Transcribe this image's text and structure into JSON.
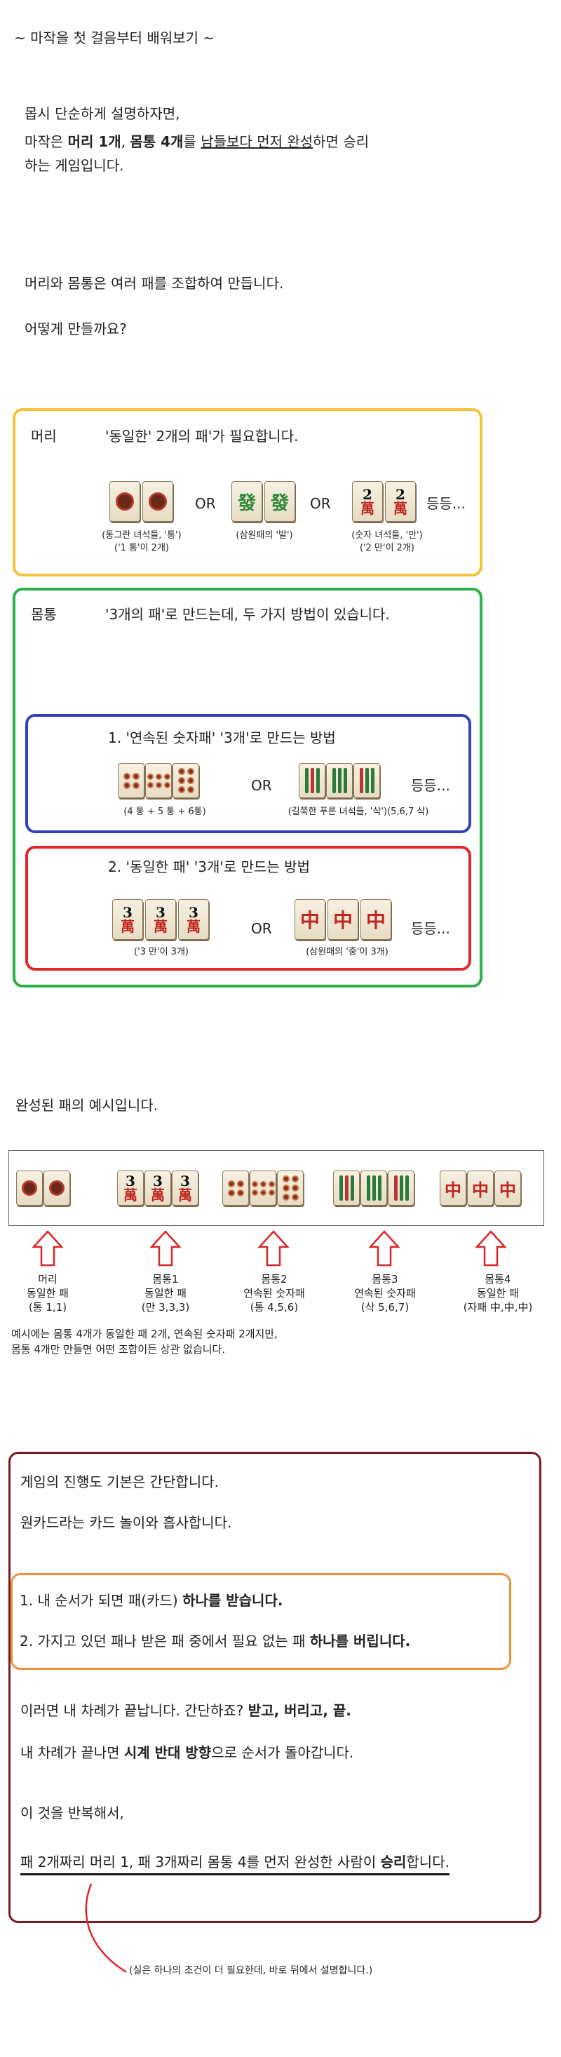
{
  "title": "~ 마작을 첫 걸음부터 배워보기 ~",
  "intro": {
    "line1": "몹시 단순하게 설명하자면,",
    "line2_a": "마작은 ",
    "line2_b": "머리 1개",
    "line2_c": ", ",
    "line2_d": "몸통 4개",
    "line2_e": "를 ",
    "line2_f": "남들보다 먼저 완성",
    "line2_g": "하면 승리",
    "line3": "하는 게임입니다."
  },
  "para2": {
    "line1": "머리와 몸통은 여러 패를 조합하여 만듭니다.",
    "line2": "어떻게 만들까요?"
  },
  "head_box": {
    "label": "머리",
    "desc": "'동일한' 2개의 패'가 필요합니다.",
    "or1": "OR",
    "or2": "OR",
    "etc": "등등...",
    "cap1a": "(동그란 녀석들, '통')",
    "cap1b": "('1 통'이 2개)",
    "cap2": "(삼원패의 '발')",
    "cap3a": "(숫자 녀석들, '만')",
    "cap3b": "('2 만'이 2개)",
    "man_num": "2",
    "man_kanji": "萬",
    "hatsu": "發"
  },
  "body_box": {
    "label": "몸통",
    "desc": "'3개의 패'로 만드는데, 두 가지 방법이 있습니다.",
    "method1": {
      "title": "1. '연속된 숫자패' '3개'로 만드는 방법",
      "cap1": "(4 통 + 5 통 + 6통)",
      "or": "OR",
      "cap2": "(길쭉한 푸른 녀석들, '삭')(5,6,7 삭)",
      "etc": "등등..."
    },
    "method2": {
      "title": "2. '동일한 패' '3개'로 만드는 방법",
      "cap1": "('3 만'이 3개)",
      "or": "OR",
      "cap2": "(삼원패의 '중'이 3개)",
      "etc": "등등...",
      "man_num": "3",
      "man_kanji": "萬",
      "chun": "中"
    }
  },
  "example": {
    "heading": "완성된 패의 예시입니다.",
    "groups": [
      {
        "l1": "머리",
        "l2": "동일한 패",
        "l3": "(통 1,1)"
      },
      {
        "l1": "몸통1",
        "l2": "동일한 패",
        "l3": "(만 3,3,3)"
      },
      {
        "l1": "몸통2",
        "l2": "연속된 숫자패",
        "l3": "(통 4,5,6)"
      },
      {
        "l1": "몸통3",
        "l2": "연속된 숫자패",
        "l3": "(삭 5,6,7)"
      },
      {
        "l1": "몸통4",
        "l2": "동일한 패",
        "l3": "(자패 中,中,中)"
      }
    ],
    "note1": "예시에는 몸통 4개가 동일한 패 2개, 연속된 숫자패 2개지만,",
    "note2": "몸통 4개만 만들면 어떤 조합이든 상관 없습니다."
  },
  "rules_box": {
    "line1": "게임의 진행도 기본은 간단합니다.",
    "line2": "원카드라는 카드 놀이와 흡사합니다.",
    "step1_a": "1. 내 순서가 되면 패(카드) ",
    "step1_b": "하나를 받습니다.",
    "step2_a": "2. 가지고 있던 패나 받은 패 중에서 필요 없는 패 ",
    "step2_b": "하나를 버립니다.",
    "line3_a": "이러면 내 차례가 끝납니다. 간단하죠? ",
    "line3_b": "받고, 버리고, 끝.",
    "line4_a": "내 차례가 끝나면 ",
    "line4_b": "시계 반대 방향",
    "line4_c": "으로 순서가 돌아갑니다.",
    "line5": "이 것을 반복해서,",
    "final_a": "패 2개짜리 머리 1, 패 3개짜리 몸통 4를 먼저 완성한 사람이 ",
    "final_b": "승리",
    "final_c": "합니다.",
    "footnote": "(실은 하나의 조건이 더 필요한데, 바로 뒤에서 설명합니다.)"
  },
  "colors": {
    "yellow": "#f5c33b",
    "green": "#2bb04a",
    "blue": "#3040c0",
    "red": "#e0262a",
    "orange": "#f0913a",
    "darkred": "#7a1a22"
  }
}
